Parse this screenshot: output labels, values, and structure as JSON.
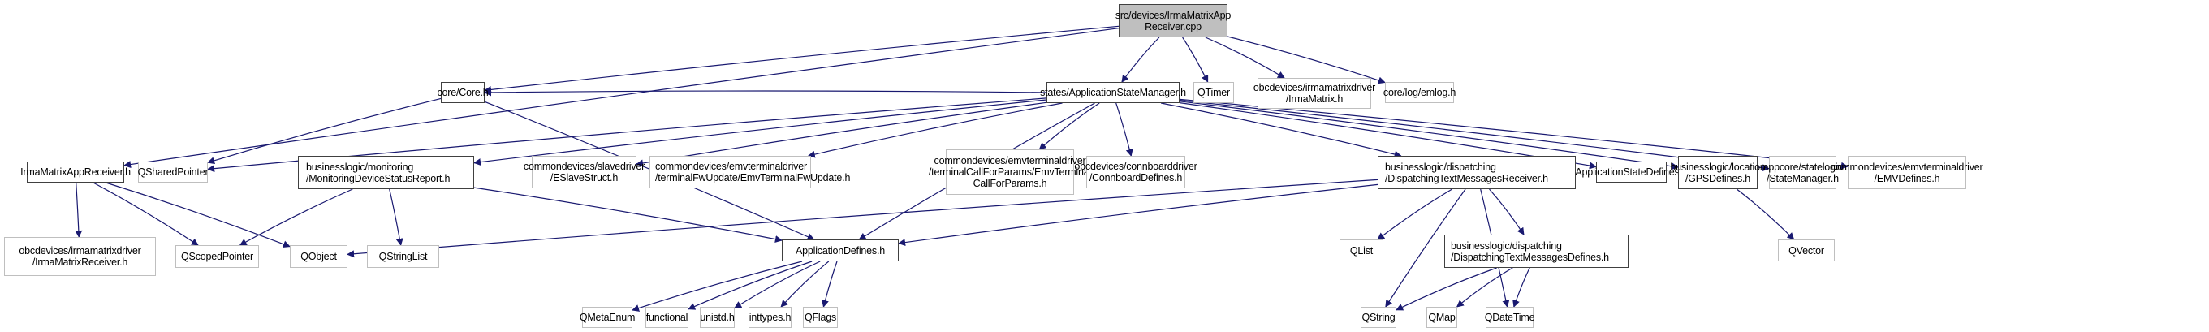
{
  "diagram": {
    "title": "src/devices/IrmaMatrixAppReceiver.cpp include dependency graph",
    "edge_color": "#191970",
    "nodes": [
      {
        "id": "root",
        "label": "src/devices/IrmaMatrixApp\nReceiver.cpp",
        "kind": "root"
      },
      {
        "id": "core_h",
        "label": "core/Core.h",
        "kind": "doc"
      },
      {
        "id": "asm_h",
        "label": "states/ApplicationStateManager.h",
        "kind": "doc"
      },
      {
        "id": "qtimer",
        "label": "QTimer",
        "kind": "ext"
      },
      {
        "id": "irmamatrix_h",
        "label": "obcdevices/irmamatrixdriver\n/IrmaMatrix.h",
        "kind": "ext"
      },
      {
        "id": "emlog_h",
        "label": "core/log/emlog.h",
        "kind": "ext"
      },
      {
        "id": "imar_h",
        "label": "IrmaMatrixAppReceiver.h",
        "kind": "doc"
      },
      {
        "id": "qsharedpointer",
        "label": "QSharedPointer",
        "kind": "ext"
      },
      {
        "id": "mdsr_h",
        "label": "businesslogic/monitoring\n/MonitoringDeviceStatusReport.h",
        "kind": "doc"
      },
      {
        "id": "eslave_h",
        "label": "commondevices/slavedriver\n/ESlaveStruct.h",
        "kind": "ext"
      },
      {
        "id": "emvfw_h",
        "label": "commondevices/emvterminaldriver\n/terminalFwUpdate/EmvTerminalFwUpdate.h",
        "kind": "ext"
      },
      {
        "id": "emvcfp_h",
        "label": "commondevices/emvterminaldriver\n/terminalCallForParams/EmvTerminal\nCallForParams.h",
        "kind": "ext"
      },
      {
        "id": "connboard_h",
        "label": "obcdevices/connboarddriver\n/ConnboardDefines.h",
        "kind": "ext"
      },
      {
        "id": "dtmr_h",
        "label": "businesslogic/dispatching\n/DispatchingTextMessagesReceiver.h",
        "kind": "doc"
      },
      {
        "id": "asd_h",
        "label": "ApplicationStateDefines.h",
        "kind": "doc"
      },
      {
        "id": "gps_h",
        "label": "businesslogic/location\n/GPSDefines.h",
        "kind": "doc"
      },
      {
        "id": "statemgr_h",
        "label": "appcore/statelogic\n/StateManager.h",
        "kind": "ext"
      },
      {
        "id": "emvdefs_h",
        "label": "commondevices/emvterminaldriver\n/EMVDefines.h",
        "kind": "ext"
      },
      {
        "id": "imr_h",
        "label": "obcdevices/irmamatrixdriver\n/IrmaMatrixReceiver.h",
        "kind": "ext"
      },
      {
        "id": "qscopedpointer",
        "label": "QScopedPointer",
        "kind": "ext"
      },
      {
        "id": "qobject",
        "label": "QObject",
        "kind": "ext"
      },
      {
        "id": "qstringlist",
        "label": "QStringList",
        "kind": "ext"
      },
      {
        "id": "appdefs_h",
        "label": "ApplicationDefines.h",
        "kind": "doc"
      },
      {
        "id": "qlist",
        "label": "QList",
        "kind": "ext"
      },
      {
        "id": "dtmd_h",
        "label": "businesslogic/dispatching\n/DispatchingTextMessagesDefines.h",
        "kind": "doc"
      },
      {
        "id": "qvector",
        "label": "QVector",
        "kind": "ext"
      },
      {
        "id": "qmetaenum",
        "label": "QMetaEnum",
        "kind": "ext"
      },
      {
        "id": "functional",
        "label": "functional",
        "kind": "ext"
      },
      {
        "id": "unistd_h",
        "label": "unistd.h",
        "kind": "ext"
      },
      {
        "id": "inttypes_h",
        "label": "inttypes.h",
        "kind": "ext"
      },
      {
        "id": "qflags",
        "label": "QFlags",
        "kind": "ext"
      },
      {
        "id": "qstring",
        "label": "QString",
        "kind": "ext"
      },
      {
        "id": "qmap",
        "label": "QMap",
        "kind": "ext"
      },
      {
        "id": "qdatetime",
        "label": "QDateTime",
        "kind": "ext"
      }
    ],
    "edges": [
      {
        "from": "root",
        "to": "core_h"
      },
      {
        "from": "root",
        "to": "imar_h"
      },
      {
        "from": "root",
        "to": "asm_h"
      },
      {
        "from": "root",
        "to": "qtimer"
      },
      {
        "from": "root",
        "to": "irmamatrix_h"
      },
      {
        "from": "root",
        "to": "emlog_h"
      },
      {
        "from": "core_h",
        "to": "qsharedpointer"
      },
      {
        "from": "core_h",
        "to": "appdefs_h"
      },
      {
        "from": "asm_h",
        "to": "core_h"
      },
      {
        "from": "asm_h",
        "to": "qsharedpointer"
      },
      {
        "from": "asm_h",
        "to": "mdsr_h"
      },
      {
        "from": "asm_h",
        "to": "eslave_h"
      },
      {
        "from": "asm_h",
        "to": "emvfw_h"
      },
      {
        "from": "asm_h",
        "to": "emvcfp_h"
      },
      {
        "from": "asm_h",
        "to": "connboard_h"
      },
      {
        "from": "asm_h",
        "to": "appdefs_h"
      },
      {
        "from": "asm_h",
        "to": "dtmr_h"
      },
      {
        "from": "asm_h",
        "to": "asd_h"
      },
      {
        "from": "asm_h",
        "to": "gps_h"
      },
      {
        "from": "asm_h",
        "to": "statemgr_h"
      },
      {
        "from": "asm_h",
        "to": "emvdefs_h"
      },
      {
        "from": "imar_h",
        "to": "imr_h"
      },
      {
        "from": "imar_h",
        "to": "qscopedpointer"
      },
      {
        "from": "imar_h",
        "to": "qobject"
      },
      {
        "from": "mdsr_h",
        "to": "qscopedpointer"
      },
      {
        "from": "mdsr_h",
        "to": "qstringlist"
      },
      {
        "from": "mdsr_h",
        "to": "appdefs_h"
      },
      {
        "from": "dtmr_h",
        "to": "qobject"
      },
      {
        "from": "dtmr_h",
        "to": "appdefs_h"
      },
      {
        "from": "dtmr_h",
        "to": "qlist"
      },
      {
        "from": "dtmr_h",
        "to": "qstring"
      },
      {
        "from": "dtmr_h",
        "to": "dtmd_h"
      },
      {
        "from": "dtmr_h",
        "to": "qdatetime"
      },
      {
        "from": "gps_h",
        "to": "qvector"
      },
      {
        "from": "appdefs_h",
        "to": "qmetaenum"
      },
      {
        "from": "appdefs_h",
        "to": "functional"
      },
      {
        "from": "appdefs_h",
        "to": "unistd_h"
      },
      {
        "from": "appdefs_h",
        "to": "inttypes_h"
      },
      {
        "from": "appdefs_h",
        "to": "qflags"
      },
      {
        "from": "dtmd_h",
        "to": "qstring"
      },
      {
        "from": "dtmd_h",
        "to": "qmap"
      },
      {
        "from": "dtmd_h",
        "to": "qdatetime"
      }
    ]
  }
}
